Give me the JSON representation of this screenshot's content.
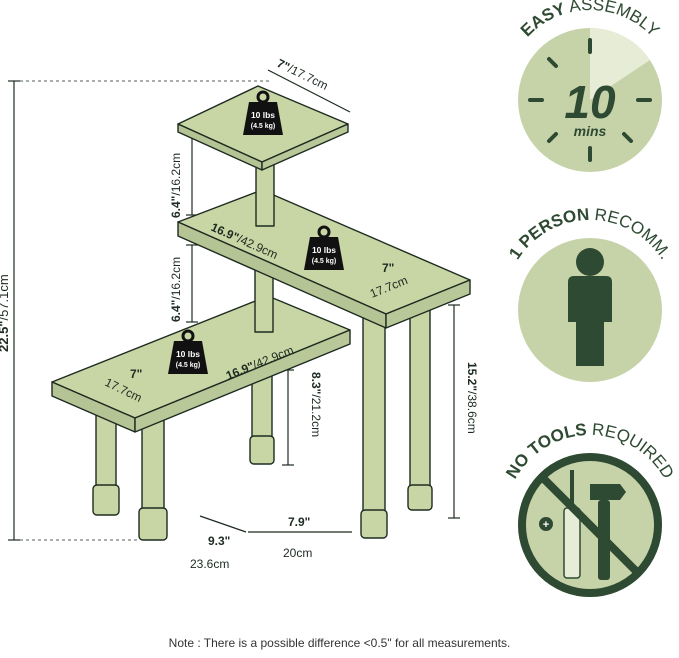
{
  "colors": {
    "shelf_fill": "#c8d6a6",
    "shelf_stroke": "#1d2b20",
    "badge_circle": "#c6d3a9",
    "badge_text": "#2e4a32",
    "icon_dark": "#2e4a32",
    "weight_icon": "#111111"
  },
  "badges": [
    {
      "title_bold": "EASY",
      "title_rest": " ASSEMBLY",
      "center_value": "10",
      "center_unit": "mins",
      "icon": "clock-icon"
    },
    {
      "title_bold": "1 PERSON",
      "title_rest": " RECOMM.",
      "icon": "person-icon"
    },
    {
      "title_bold": "NO TOOLS",
      "title_rest": " REQUIRED",
      "icon": "no-tools-icon"
    }
  ],
  "weights": [
    {
      "label": "10 lbs",
      "sub": "(4.5 kg)"
    },
    {
      "label": "10 lbs",
      "sub": "(4.5 kg)"
    },
    {
      "label": "10 lbs",
      "sub": "(4.5 kg)"
    }
  ],
  "dimensions": {
    "top_width": {
      "bold": "7\"",
      "rest": "/17.7cm"
    },
    "top_height": {
      "bold": "6.4\"",
      "rest": "/16.2cm"
    },
    "mid_height": {
      "bold": "6.4\"",
      "rest": "/16.2cm"
    },
    "total_height": {
      "bold": "22.5\"",
      "rest": "/57.1cm"
    },
    "mid_length": {
      "bold": "16.9\"",
      "rest": "/42.9cm"
    },
    "mid_depth": {
      "bold": "7\"",
      "rest": "17.7cm"
    },
    "low_length": {
      "bold": "16.9\"",
      "rest": "/42.9cm"
    },
    "low_depth": {
      "bold": "7\"",
      "rest": "17.7cm"
    },
    "low_leg": {
      "bold": "8.3\"",
      "rest": "/21.2cm"
    },
    "right_leg": {
      "bold": "15.2\"",
      "rest": "/38.6cm"
    },
    "foot_depth": {
      "bold": "9.3\"",
      "rest": "23.6cm"
    },
    "foot_width": {
      "bold": "7.9\"",
      "rest": "20cm"
    }
  },
  "note": "Note : There is a possible difference <0.5\" for all measurements."
}
